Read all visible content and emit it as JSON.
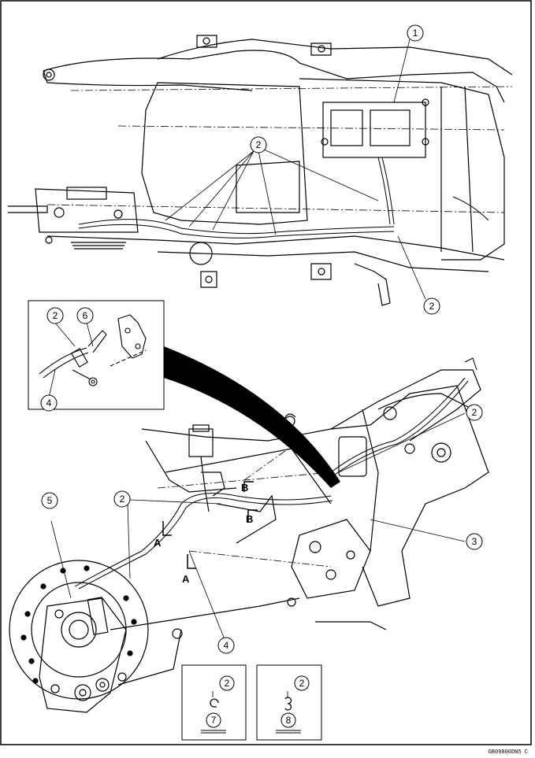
{
  "callouts": {
    "c1": "1",
    "c2": "2",
    "c3": "3",
    "c4": "4",
    "c5": "5",
    "c6": "6",
    "c7": "7",
    "c8": "8"
  },
  "view_letters": {
    "a": "A",
    "b": "B"
  },
  "figure_code": "GB09800DN5 C"
}
